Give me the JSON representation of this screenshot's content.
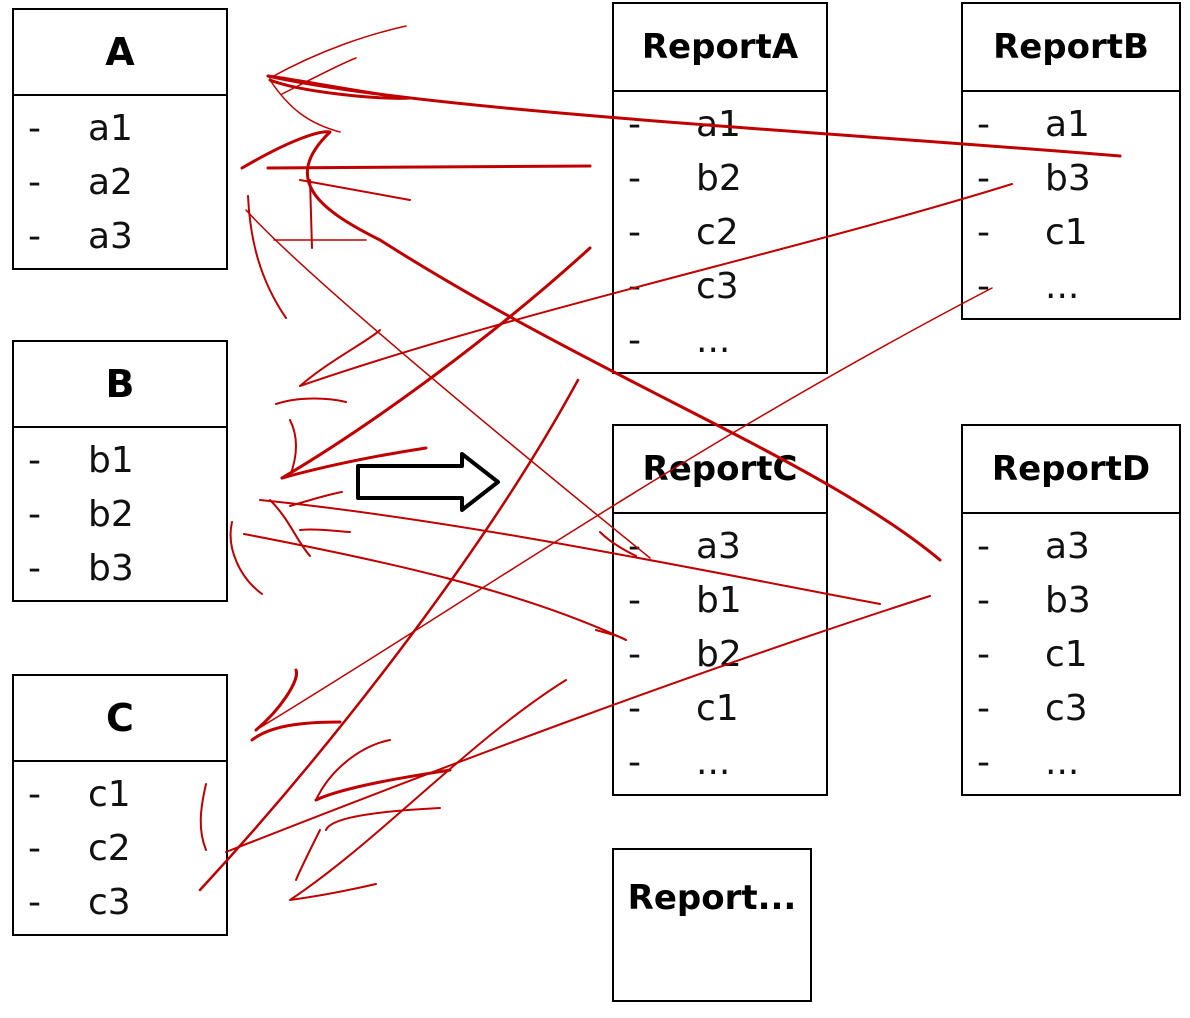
{
  "classes": [
    {
      "name": "A",
      "items": [
        "a1",
        "a2",
        "a3"
      ]
    },
    {
      "name": "B",
      "items": [
        "b1",
        "b2",
        "b3"
      ]
    },
    {
      "name": "C",
      "items": [
        "c1",
        "c2",
        "c3"
      ]
    }
  ],
  "reports": {
    "A": {
      "name": "ReportA",
      "items": [
        "a1",
        "b2",
        "c2",
        "c3",
        "..."
      ]
    },
    "B": {
      "name": "ReportB",
      "items": [
        "a1",
        "b3",
        "c1",
        "..."
      ]
    },
    "C": {
      "name": "ReportC",
      "items": [
        "a3",
        "b1",
        "b2",
        "c1",
        "..."
      ]
    },
    "D": {
      "name": "ReportD",
      "items": [
        "a3",
        "b3",
        "c1",
        "c3",
        "..."
      ]
    },
    "more": {
      "name": "Report..."
    }
  },
  "bullet": "-",
  "colors": {
    "box_border": "#000000",
    "annotation": "#c00000",
    "arrow_fill": "#ffffff"
  },
  "icons": {
    "transform_arrow": "right-block-arrow-icon"
  }
}
